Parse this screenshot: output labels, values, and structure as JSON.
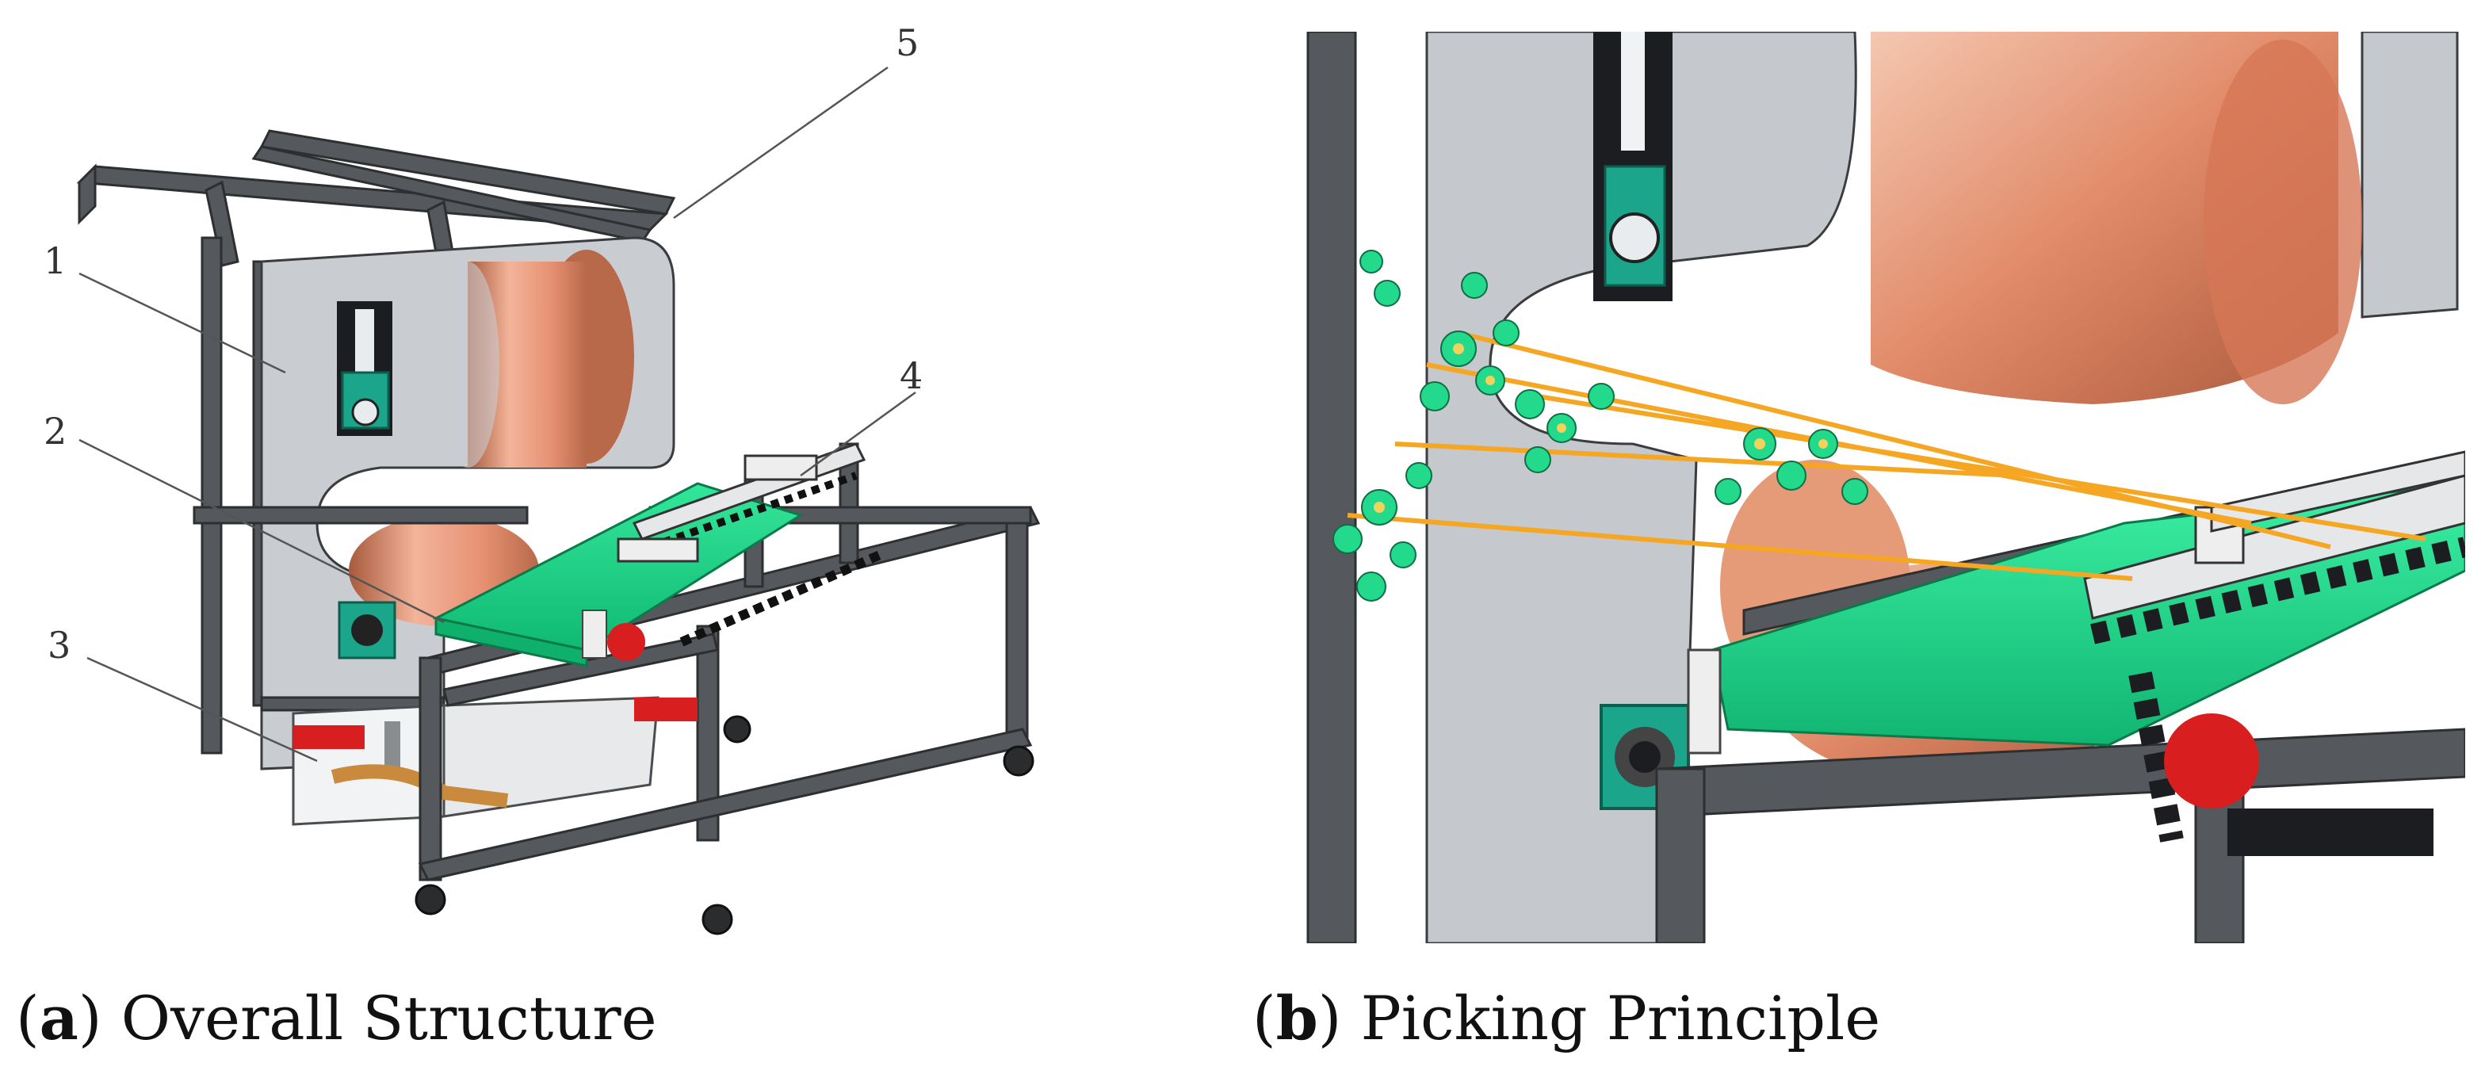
{
  "panel_a": {
    "caption_letter": "a",
    "caption_text": "Overall Structure",
    "callouts": [
      "1",
      "2",
      "3",
      "4",
      "5"
    ]
  },
  "panel_b": {
    "caption_letter": "b",
    "caption_text": "Picking Principle"
  },
  "colors": {
    "frame": "#55585c",
    "side_plate": "#c9ccd0",
    "belt": "#1fd98a",
    "drum": "#e08866",
    "bearing": "#1ba58a",
    "red_parts": "#d81e1e",
    "stems": "#f5a623"
  }
}
